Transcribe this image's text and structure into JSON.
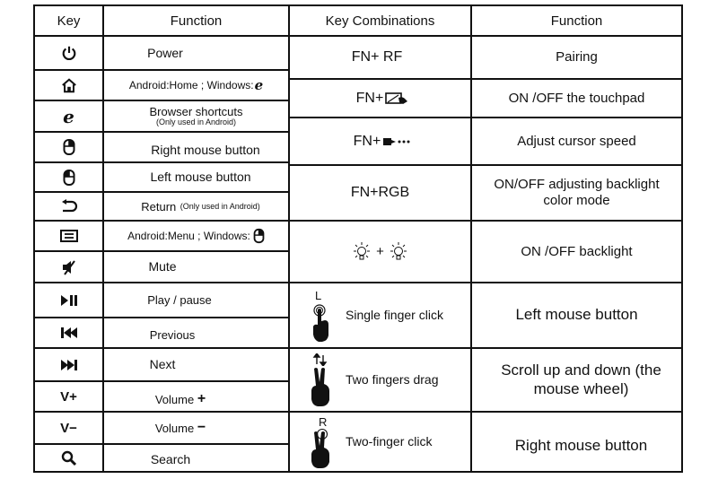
{
  "headers": {
    "key": "Key",
    "function_left": "Function",
    "combinations": "Key Combinations",
    "function_right": "Function"
  },
  "left_rows": [
    {
      "icon": "power-icon",
      "function": "Power"
    },
    {
      "icon": "home-icon",
      "function": "Android:Home ; Windows:"
    },
    {
      "icon": "browser-e-icon",
      "function": "Browser shortcuts",
      "note": "(Only used in Android)"
    },
    {
      "icon": "right-mouse-icon",
      "function": "Right mouse button"
    },
    {
      "icon": "left-mouse-icon",
      "function": "Left mouse button"
    },
    {
      "icon": "return-icon",
      "function": "Return",
      "note": "(Only used in Android)"
    },
    {
      "icon": "menu-icon",
      "function": "Android:Menu ; Windows:"
    },
    {
      "icon": "mute-icon",
      "function": "Mute"
    },
    {
      "icon": "play-pause-icon",
      "function": "Play / pause"
    },
    {
      "icon": "previous-icon",
      "function": "Previous"
    },
    {
      "icon": "next-icon",
      "function": "Next"
    },
    {
      "icon": "volume-up-icon",
      "key_text": "V+",
      "function": "Volume",
      "suffix": "+"
    },
    {
      "icon": "volume-down-icon",
      "key_text": "V−",
      "function": "Volume",
      "suffix": "−"
    },
    {
      "icon": "search-icon",
      "function": "Search"
    }
  ],
  "right_rows": [
    {
      "combo": "FN+ RF",
      "function": "Pairing"
    },
    {
      "combo": "FN+",
      "combo_icon": "touchpad-icon",
      "function": "ON /OFF the touchpad"
    },
    {
      "combo": "FN+",
      "combo_icon": "cursor-speed-icon",
      "function": "Adjust cursor speed"
    },
    {
      "combo": "FN+RGB",
      "function": "ON/OFF adjusting backlight color mode"
    },
    {
      "combo": "+",
      "combo_icon": "backlight-bulb-icon",
      "function": "ON /OFF backlight"
    },
    {
      "combo": "Single finger click",
      "gesture_icon": "single-finger-click-icon",
      "gesture_letter": "L",
      "function": "Left mouse button"
    },
    {
      "combo": "Two fingers drag",
      "gesture_icon": "two-fingers-drag-icon",
      "function": "Scroll up and down (the mouse wheel)"
    },
    {
      "combo": "Two-finger click",
      "gesture_icon": "two-finger-click-icon",
      "gesture_letter": "R",
      "function": "Right mouse button"
    }
  ]
}
